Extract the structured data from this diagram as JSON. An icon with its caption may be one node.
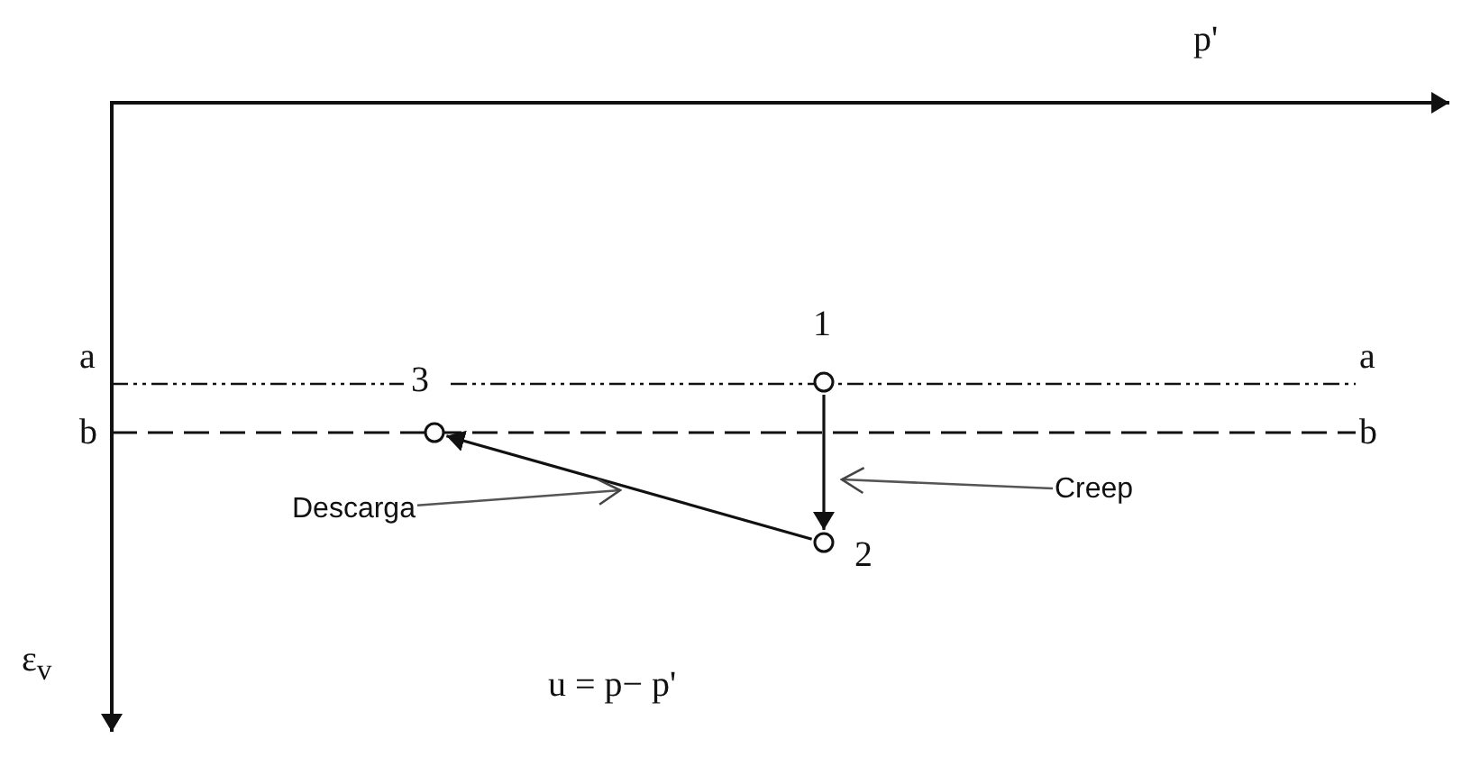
{
  "diagram": {
    "nodes": [
      {
        "text": [],
        "shape": "circle",
        "beside": [
          "1"
        ]
      },
      {
        "text": [],
        "shape": "circle",
        "beside": [
          "2"
        ]
      },
      {
        "text": [],
        "shape": "circle",
        "beside": [
          "3"
        ]
      },
      {
        "text": [
          "Creep"
        ]
      },
      {
        "text": [
          "Descarga"
        ]
      }
    ],
    "edges": [
      {
        "from": 0,
        "to": 1,
        "arrow": "to"
      },
      {
        "from": 1,
        "to": 2,
        "arrow": "to"
      },
      {
        "from": 3,
        "to": null,
        "arrow": "to"
      },
      {
        "from": 4,
        "to": null,
        "arrow": "to"
      }
    ],
    "labels": [
      "p'",
      "a",
      "a",
      "b",
      "b",
      "ε$_{v}$",
      "u = p− p'"
    ]
  }
}
